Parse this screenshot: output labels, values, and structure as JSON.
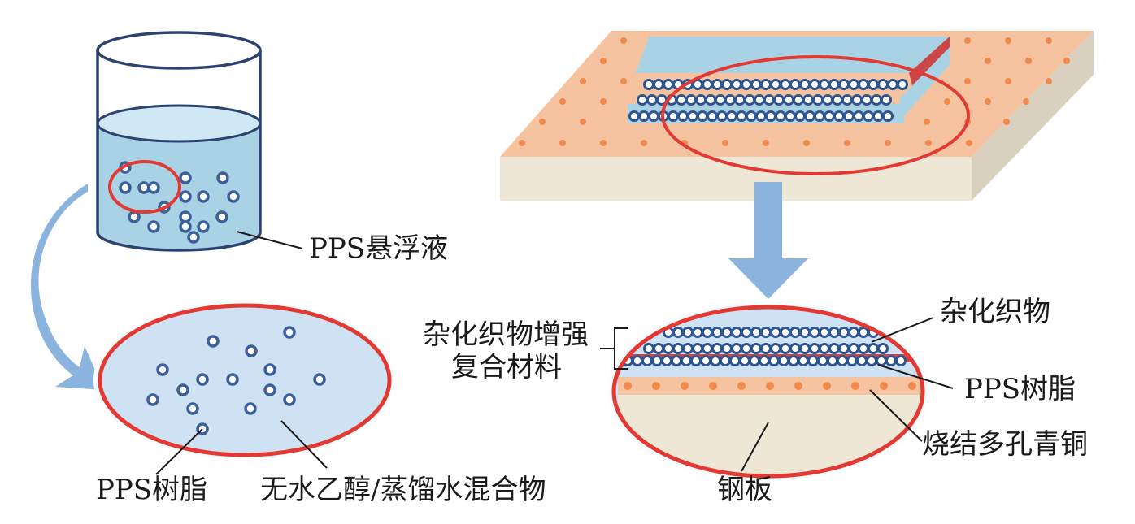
{
  "labels": {
    "suspension": "PPS悬浮液",
    "resin_left": "PPS树脂",
    "mixture": "无水乙醇/蒸馏水混合物",
    "composite_line1": "杂化织物增强",
    "composite_line2": "复合材料",
    "fabric": "杂化织物",
    "resin_right": "PPS树脂",
    "bronze": "烧结多孔青铜",
    "steel": "钢板"
  },
  "colors": {
    "liquid": "#a9d3e5",
    "ellipse_outline": "#e23a33",
    "arrow": "#8ab4de",
    "bronze": "#f6c3a0",
    "bronze_dot": "#ef8a4c",
    "steel": "#efe7d6",
    "fabric_top": "#a9d3e5",
    "fabric_stripe": "#c9474a",
    "bead_stroke": "#2f5690"
  }
}
